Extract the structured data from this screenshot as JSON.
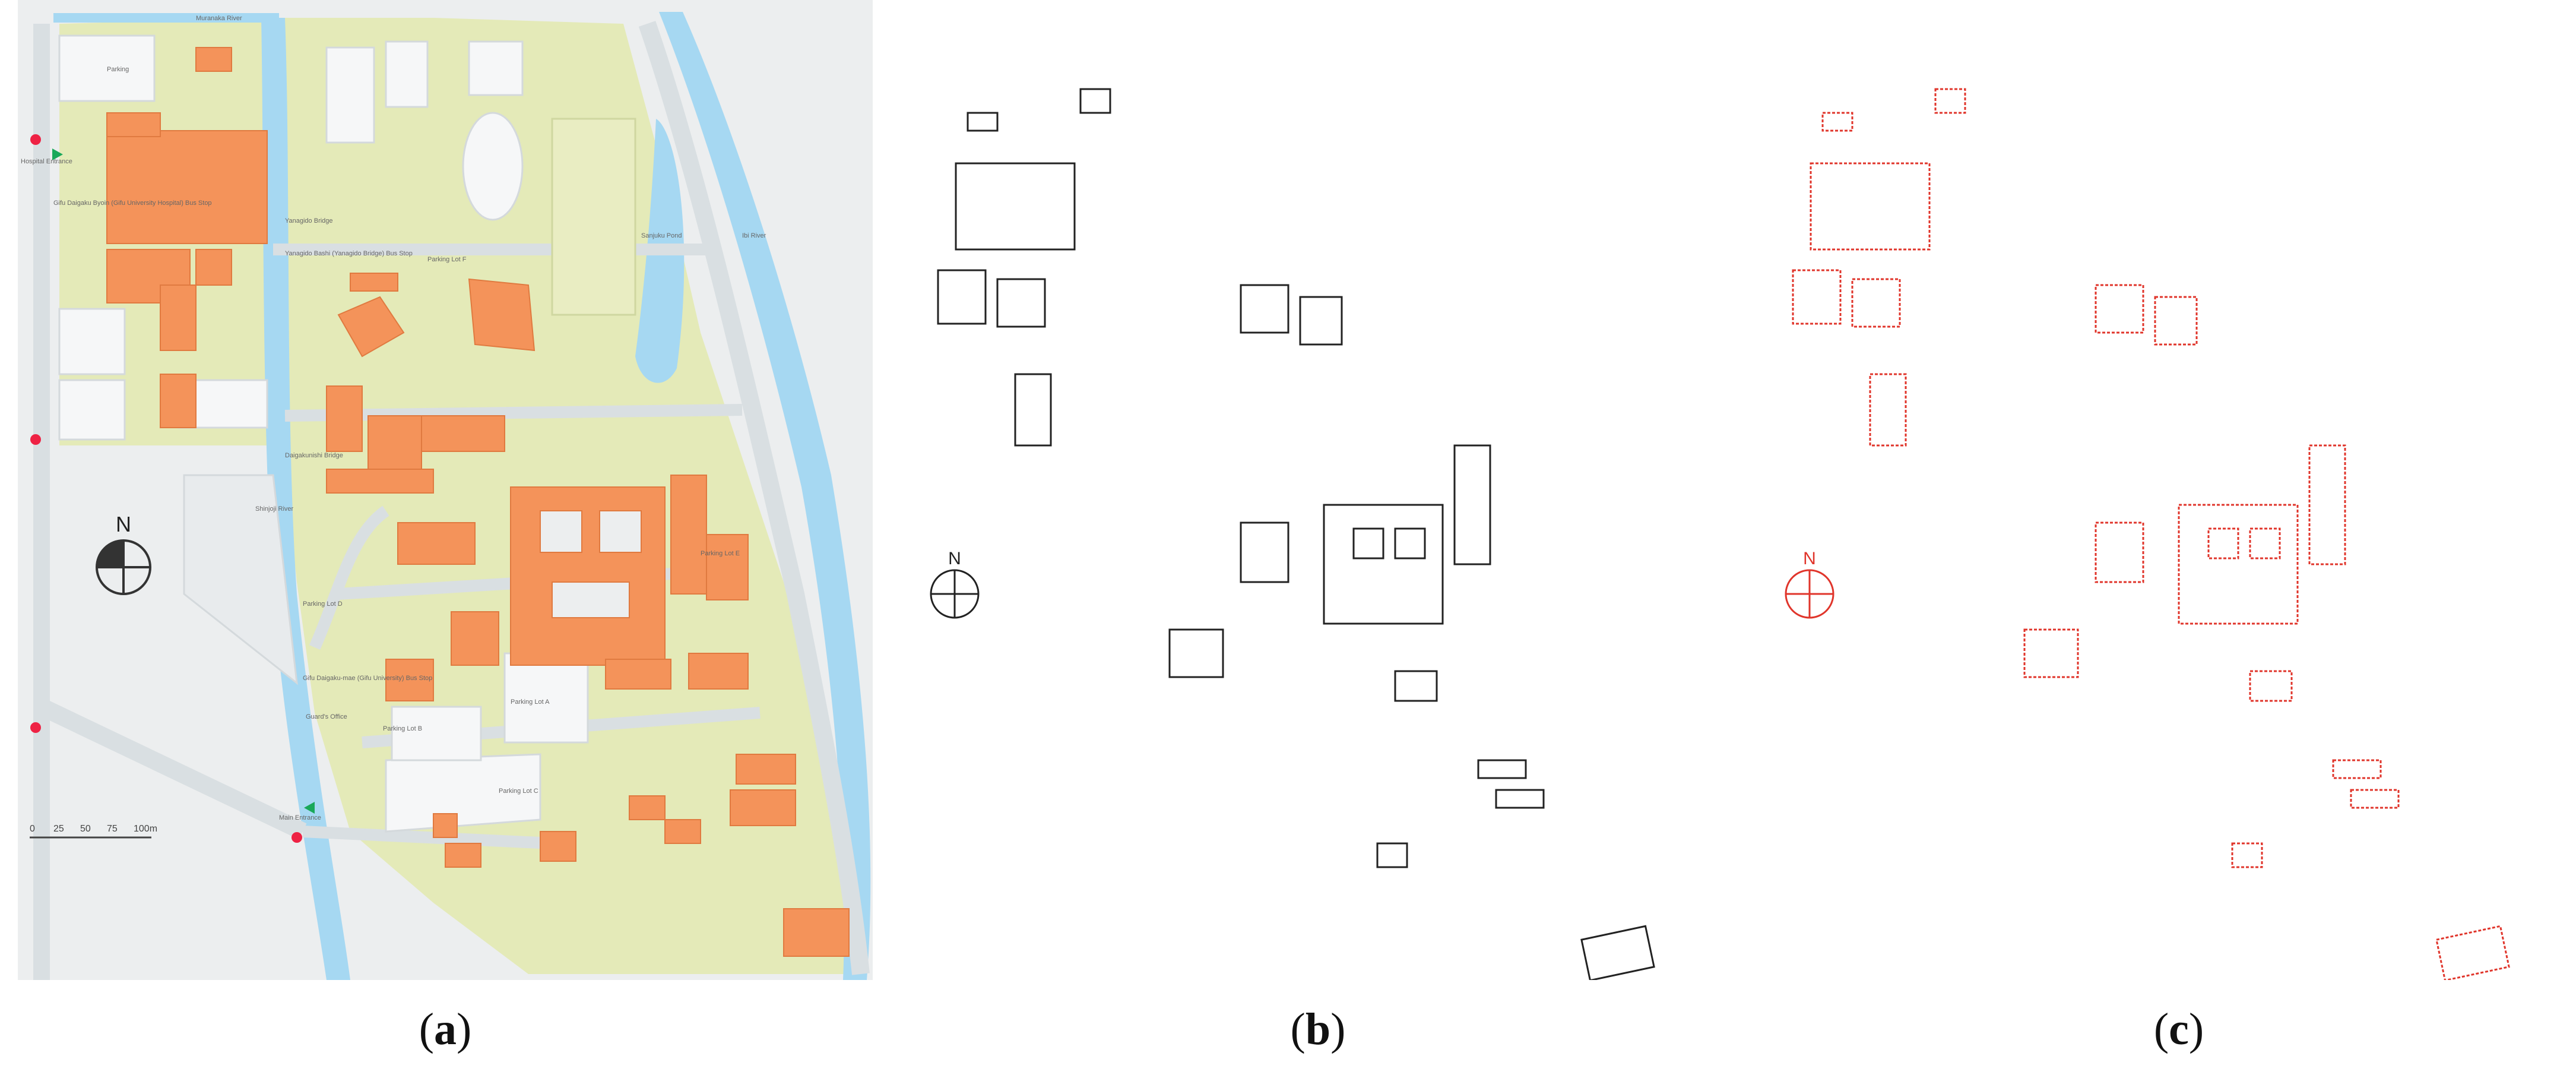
{
  "figure": {
    "panels": [
      {
        "id": "a",
        "caption_open": "(",
        "caption_letter": "a",
        "caption_close": ")"
      },
      {
        "id": "b",
        "caption_open": "(",
        "caption_letter": "b",
        "caption_close": ")"
      },
      {
        "id": "c",
        "caption_open": "(",
        "caption_letter": "c",
        "caption_close": ")"
      }
    ]
  },
  "map_a": {
    "labels": {
      "river_top": "Muranaka River",
      "parking": "Parking",
      "hospital_entrance": "Hospital Entrance",
      "hospital_bus": "Gifu Daigaku Byoin (Gifu University Hospital) Bus Stop",
      "yanagido_bridge": "Yanagido Bridge",
      "yanagido_bus": "Yanagido Bashi (Yanagido Bridge) Bus Stop",
      "lot_f": "Parking Lot F",
      "sanjuku_pond": "Sanjuku Pond",
      "ibi_river": "Ibi River",
      "daigakunishi_bridge": "Daigakunishi Bridge",
      "shinjoji_river": "Shinjoji River",
      "lot_e": "Parking Lot E",
      "lot_d": "Parking Lot D",
      "univ_bus": "Gifu Daigaku-mae (Gifu University) Bus Stop",
      "guards_office": "Guard's Office",
      "lot_b": "Parking Lot B",
      "lot_a": "Parking Lot A",
      "lot_c": "Parking Lot C",
      "main_entrance": "Main Entrance",
      "north": "N"
    },
    "scale_bar": {
      "ticks": [
        "0",
        "25",
        "50",
        "75",
        "100m"
      ]
    },
    "colors": {
      "building": "#f4935a",
      "campus": "#e4eab8",
      "river": "#a6d8f2",
      "road": "#d9dfe2",
      "parking": "#f1f3f4"
    }
  },
  "map_b": {
    "north": "N",
    "colors": {
      "outline": "#222222"
    }
  },
  "map_c": {
    "north": "N",
    "colors": {
      "outline": "#e0352b"
    }
  }
}
